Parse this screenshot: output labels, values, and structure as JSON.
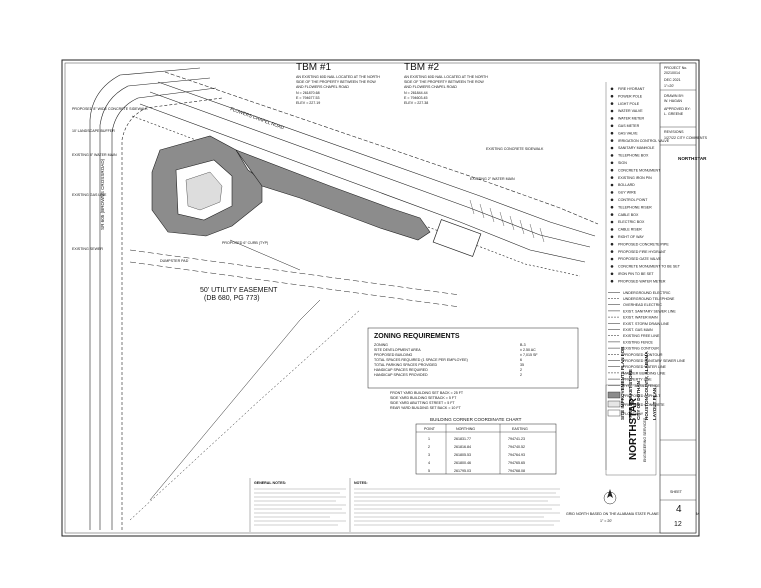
{
  "tbm1": {
    "title": "TBM #1",
    "desc1": "AN EXISTING 60D NAIL LOCATED AT THE NORTH",
    "desc2": "SIDE OF THE PROPERTY BETWEEN THE ROW",
    "desc3": "AND FLOWERS CHAPEL ROAD",
    "n": "N = 261870.68",
    "e": "E = 794677.53",
    "elev": "ELEV = 227.19"
  },
  "tbm2": {
    "title": "TBM #2",
    "desc1": "AN EXISTING 60D NAIL LOCATED AT THE NORTH",
    "desc2": "SIDE OF THE PROPERTY BETWEEN THE ROW",
    "desc3": "AND FLOWERS CHAPEL ROAD",
    "n": "N = 261844.44",
    "e": "E = 794603.45",
    "elev": "ELEV = 227.38"
  },
  "road_label": "FLOWERS CHAPEL ROAD",
  "left_road_label": "SR 605 (BROWNS CROSSROAD)",
  "easement": {
    "line1": "50' UTILITY EASEMENT",
    "line2": "(DB 680, PG 773)"
  },
  "zoning": {
    "title": "ZONING REQUIREMENTS",
    "rows": [
      {
        "label": "ZONING",
        "value": "B-3"
      },
      {
        "label": "SITE DEVELOPMENT AREA",
        "value": "± 2.50 AC"
      },
      {
        "label": "PROPOSED BUILDING",
        "value": "± 7,015 SF"
      },
      {
        "label": "TOTAL SPACES REQUIRED (1 SPACE PER EMPLOYEE)",
        "value": "6"
      },
      {
        "label": "TOTAL PARKING SPACES PROVIDED",
        "value": "35"
      },
      {
        "label": "HANDICAP SPACES REQUIRED",
        "value": "2"
      },
      {
        "label": "HANDICAP SPACES PROVIDED",
        "value": "2"
      }
    ],
    "setbacks": [
      "FRONT YARD BUILDING SET BACK = 25 FT",
      "SIDE YARD BUILDING SETBACK = 5 FT",
      "SIDE YARD ABUTTING STREET = 5 FT",
      "REAR YARD BUILDING SET BACK = 10 FT"
    ]
  },
  "corner_chart": {
    "title": "BUILDING CORNER COORDINATE CHART",
    "headers": [
      "POINT",
      "NORTHING",
      "EASTING"
    ],
    "rows": [
      [
        "1",
        "261831.77",
        "794741.23"
      ],
      [
        "2",
        "261816.84",
        "794740.52"
      ],
      [
        "3",
        "261805.53",
        "794764.93"
      ],
      [
        "4",
        "261800.46",
        "794765.65"
      ],
      [
        "5",
        "261795.03",
        "794768.08"
      ]
    ]
  },
  "title_block": {
    "project_label": "PROJECT No.",
    "project_no": "20210014",
    "date_label": "DATE",
    "date": "DEC 2021",
    "scale": "1\"=20'",
    "drawn_label": "DRAWN BY:",
    "drawn": "W. HAGAN",
    "approved_label": "APPROVED BY:",
    "approved": "L. GREENE",
    "revisions_label": "REVISIONS",
    "revision_1": "1/27/22 CITY COMMENTS",
    "project_title": "SITE IMPROVEMENTS PLAN FOR",
    "owner": "FARM MARKET STORE",
    "city": "CITY OF DOTHAN",
    "county": "HOUSTON COUNTY, ALABAMA",
    "sheet_title": "LAYOUT PLAN",
    "firm": "NORTHSTAR",
    "firm_sub": "ENGINEERING SERVICES",
    "sheet_label": "SHEET",
    "sheet_no": "4",
    "sheet_of": "12"
  },
  "legend": {
    "items": [
      "FIRE HYDRANT",
      "POWER POLE",
      "LIGHT POLE",
      "WATER VALVE",
      "WATER METER",
      "GAS METER",
      "GAS VALVE",
      "IRRIGATION CONTROL VALVE",
      "SANITARY MANHOLE",
      "TELEPHONE BOX",
      "SIGN",
      "CONCRETE MONUMENT",
      "EXISTING IRON PIN",
      "BOLLARD",
      "GUY WIRE",
      "CONTROL POINT",
      "TELEPHONE RISER",
      "CABLE BOX",
      "ELECTRIC BOX",
      "CABLE RISER",
      "RIGHT OF WAY",
      "PROPOSED CONCRETE PIPE",
      "PROPOSED FIRE HYDRANT",
      "PROPOSED GATE VALVE",
      "CONCRETE MONUMENT TO BE SET",
      "IRON PIN TO BE SET",
      "PROPOSED WATER METER"
    ],
    "line_items": [
      "UNDERGROUND ELECTRIC",
      "UNDERGROUND TELEPHONE",
      "OVERHEAD ELECTRIC",
      "EXIST. SANITARY SEWER LINE",
      "EXIST. WATER MAIN",
      "EXIST. STORM DRAIN LINE",
      "EXIST. GAS MAIN",
      "EXISTING FREE LINE",
      "EXISTING FENCE",
      "EXISTING CONTOUR",
      "PROPOSED CONTOUR",
      "PROPOSED SANITARY SEWER LINE",
      "PROPOSED WATER LINE",
      "MARKER BUILDING LINE",
      "PROPERTY LINE",
      "TYPE \"A\" SILT FENCE"
    ],
    "fill_items": [
      "PROPOSED ASPHALT",
      "PROPOSED CONCRETE",
      "FLOODWAY"
    ]
  },
  "notes": {
    "general_title": "GENERAL NOTES:",
    "note_title": "NOTES:",
    "footer_text": "GRID NORTH BASED ON THE ALABAMA STATE PLANE COORDINATE SYSTEM",
    "scale_text": "1\" = 20'"
  },
  "callouts": [
    "PROPOSED 8\" WIDE CONCRETE SIDEWALK",
    "10' LANDSCAPE BUFFER",
    "EXISTING 8\" WATER MAIN",
    "EXISTING GAS LINE",
    "DUMPSTER PAD",
    "EXISTING SEWER",
    "PROPOSED 6\" CURB (TYP)",
    "EXISTING CONCRETE SIDEWALK",
    "EXISTING 2\" WATER MAIN"
  ],
  "colors": {
    "ink": "#1a1a1a",
    "asphalt": "#8c8c8c",
    "paper": "#ffffff"
  }
}
